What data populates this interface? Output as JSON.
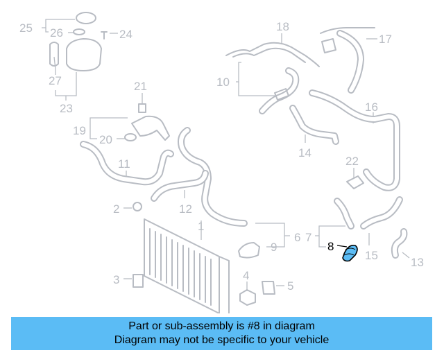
{
  "diagram": {
    "labels": [
      {
        "text": "25"
      },
      {
        "text": "26"
      },
      {
        "text": "24"
      },
      {
        "text": "18"
      },
      {
        "text": "17"
      },
      {
        "text": "27"
      },
      {
        "text": "23"
      },
      {
        "text": "10"
      },
      {
        "text": "21"
      },
      {
        "text": "16"
      },
      {
        "text": "19"
      },
      {
        "text": "20"
      },
      {
        "text": "14"
      },
      {
        "text": "22"
      },
      {
        "text": "11"
      },
      {
        "text": "2"
      },
      {
        "text": "12"
      },
      {
        "text": "1"
      },
      {
        "text": "6"
      },
      {
        "text": "7"
      },
      {
        "text": "9"
      },
      {
        "text": "8",
        "highlight": true
      },
      {
        "text": "15"
      },
      {
        "text": "13"
      },
      {
        "text": "3"
      },
      {
        "text": "4"
      },
      {
        "text": "5"
      }
    ],
    "colors": {
      "part": "#b8bcc3",
      "highlight_fill": "#5bbcf5",
      "highlight_outline": "#000000"
    }
  },
  "banner": {
    "line1": "Part or sub-assembly is #8 in diagram",
    "line2": "Diagram may not be specific to your vehicle",
    "color": "#5bbcf5"
  }
}
